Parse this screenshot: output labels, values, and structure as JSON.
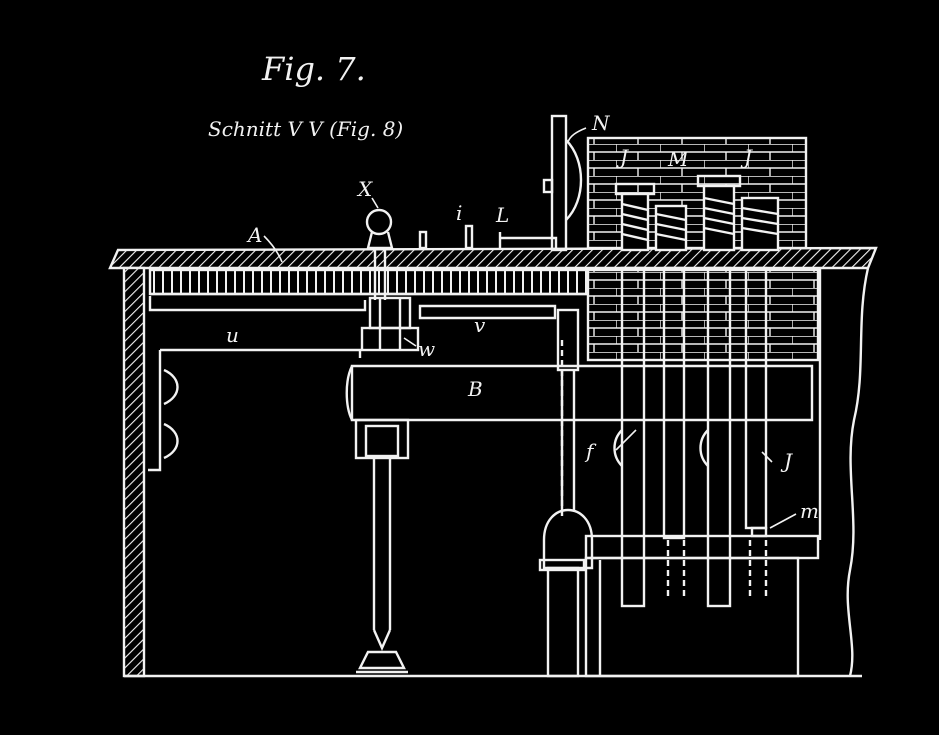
{
  "figure": {
    "title": "Fig. 7.",
    "subtitle": "Schnitt V V (Fig. 8)",
    "colors": {
      "background": "#000000",
      "line": "#f2f2f2"
    }
  },
  "labels": {
    "A": "A",
    "B": "B",
    "X": "X",
    "i": "i",
    "L": "L",
    "N": "N",
    "J_top_left": "J",
    "M": "M",
    "J_top_right": "J",
    "u": "u",
    "v": "v",
    "w": "w",
    "f": "f",
    "J_right": "J",
    "m": "m"
  }
}
